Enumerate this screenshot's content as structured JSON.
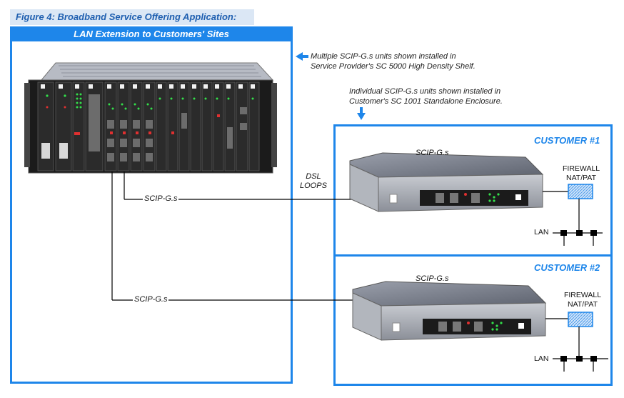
{
  "figure": {
    "title": "Figure 4:  Broadband Service Offering Application:",
    "subtitle": "LAN Extension to Customers' Sites"
  },
  "notes": {
    "shelf": [
      "Multiple SCIP-G.s units shown installed in",
      "Service Provider's SC 5000 High Density Shelf."
    ],
    "enclosure": [
      "Individual SCIP-G.s units shown installed in",
      "Customer's SC 1001 Standalone Enclosure."
    ]
  },
  "links": {
    "dsl_loops": [
      "DSL",
      "LOOPS"
    ],
    "line1_label": "SCIP-G.s",
    "line2_label": "SCIP-G.s"
  },
  "customers": [
    {
      "title": "CUSTOMER #1",
      "device_label": "SCIP-G.s",
      "firewall": [
        "FIREWALL",
        "NAT/PAT"
      ],
      "lan": "LAN"
    },
    {
      "title": "CUSTOMER #2",
      "device_label": "SCIP-G.s",
      "firewall": [
        "FIREWALL",
        "NAT/PAT"
      ],
      "lan": "LAN"
    }
  ],
  "colors": {
    "accent": "#1e86ea",
    "title_bg": "#dbe7f5",
    "title_text": "#1f5fb0"
  }
}
